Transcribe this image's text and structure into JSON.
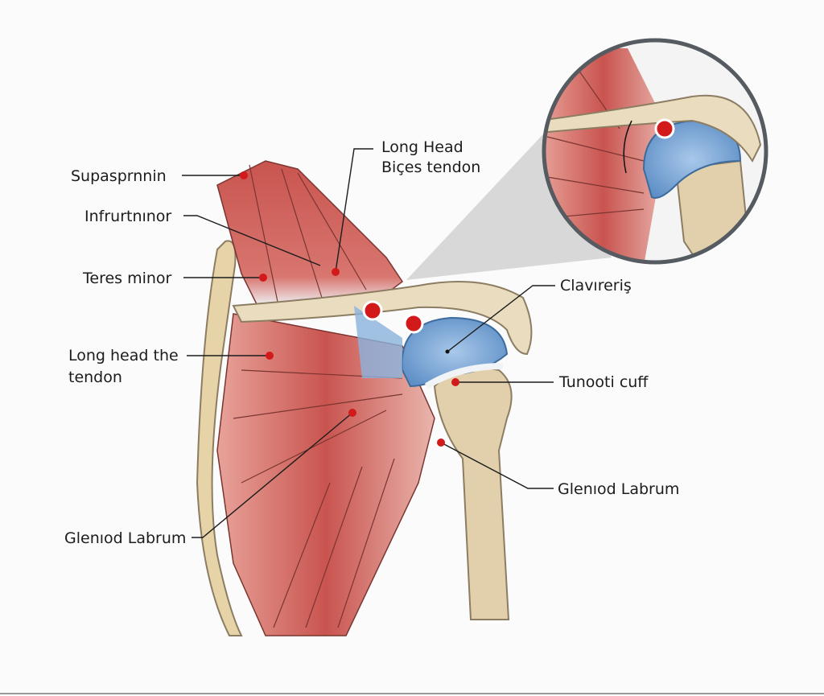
{
  "colors": {
    "muscle": "#c9544f",
    "muscle_light": "#e49a92",
    "bone": "#e9dcc0",
    "bone_edge": "#8c7d62",
    "cartilage": "#7ea9d6",
    "marker": "#d21a1a",
    "inset_ring": "#555b60"
  },
  "labels": {
    "supraspinatus": "Supasprnnin",
    "infraspinatus": "Infrurtnınor",
    "teres_minor": "Teres minor",
    "long_head_line1": "Long head the",
    "long_head_line2": "tendon",
    "glenoid_left": "Glenıod Labrum",
    "biceps_line1": "Long Head",
    "biceps_line2": "Biçes tendon",
    "clavicle": "Clavıreriş",
    "rotator_cuff": "Tunooti cuff",
    "glenoid_right": "Glenıod Labrum"
  }
}
